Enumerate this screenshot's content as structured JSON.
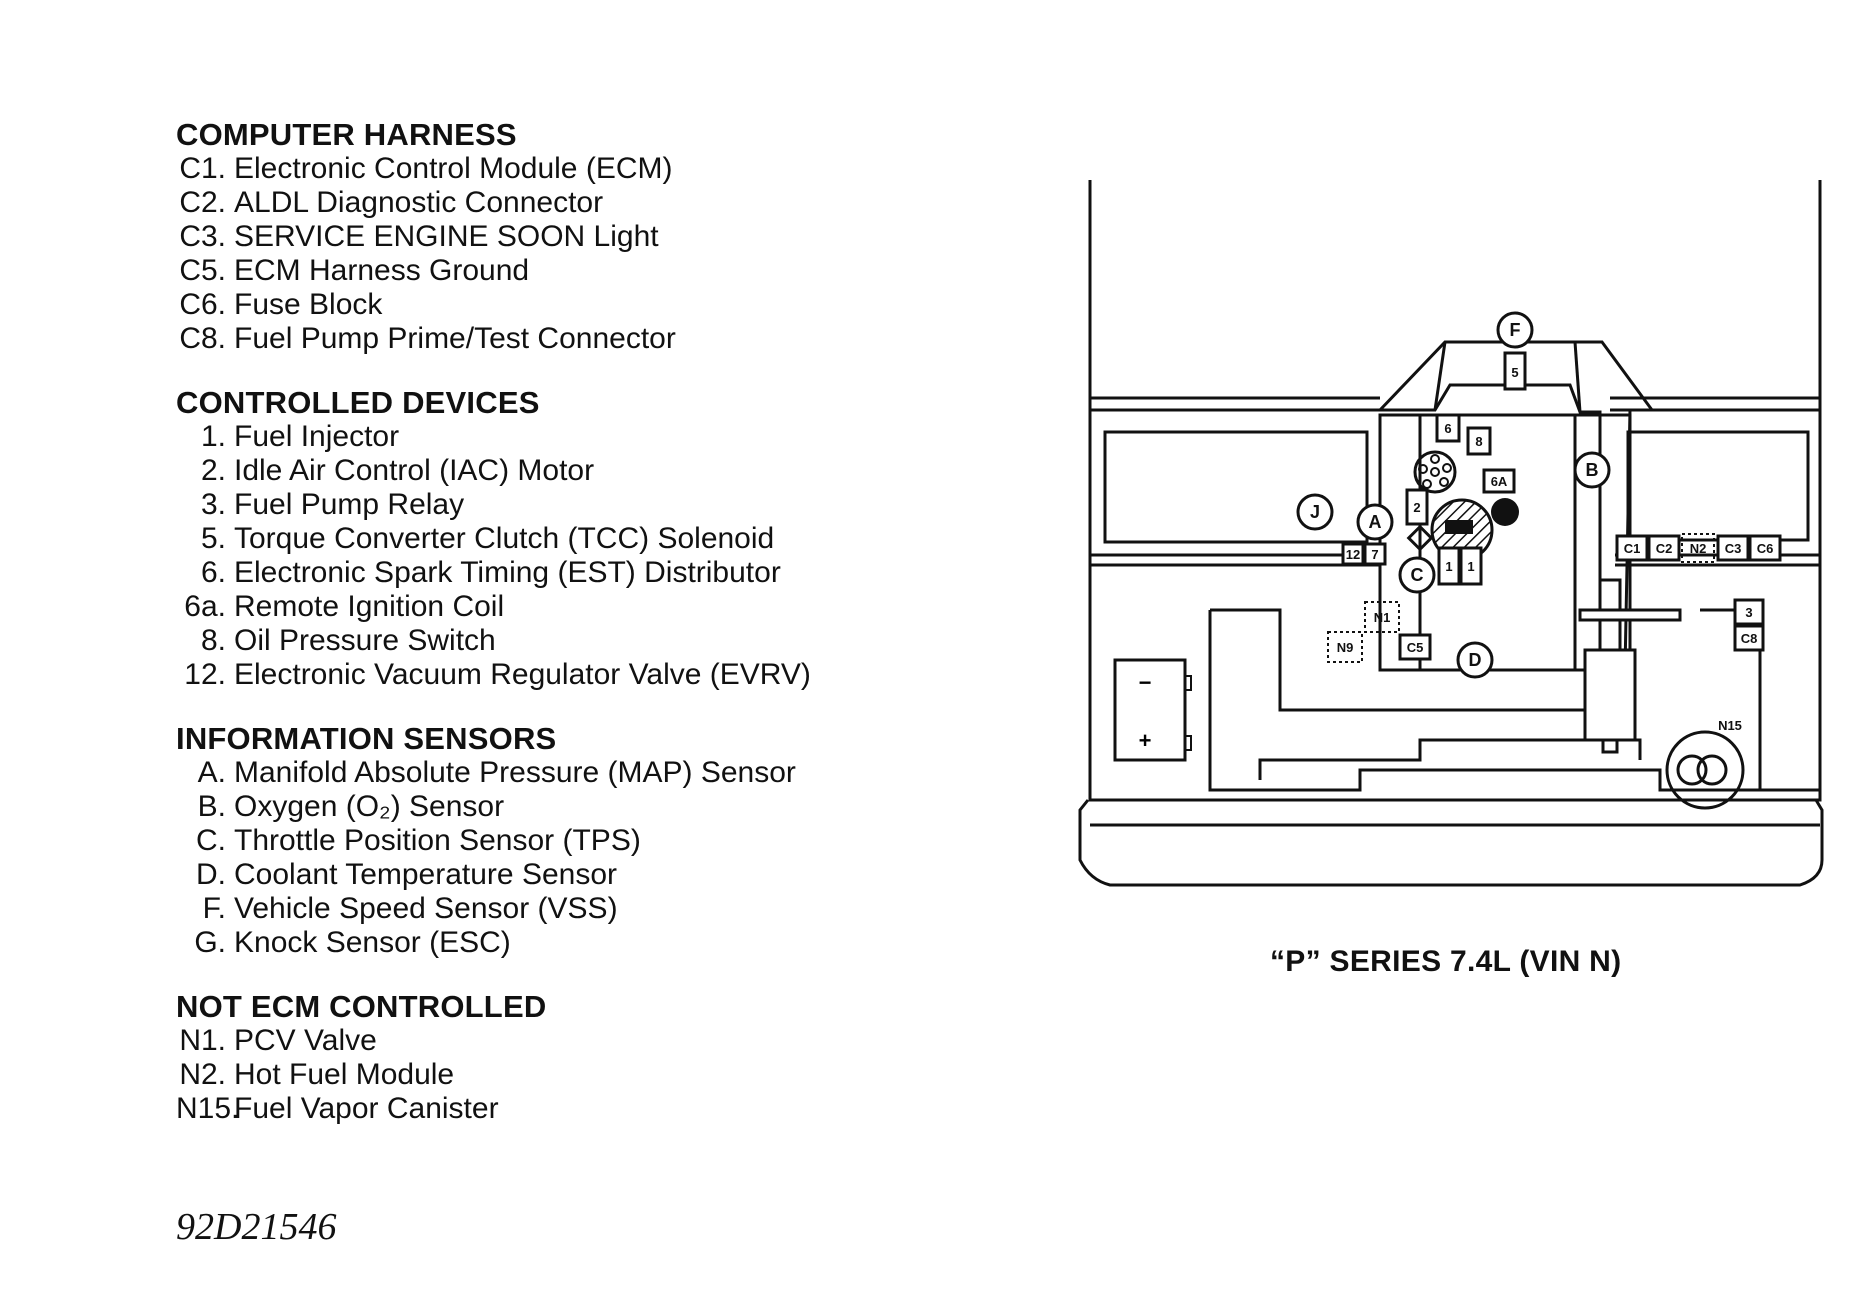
{
  "sections": [
    {
      "title": "COMPUTER HARNESS",
      "items": [
        {
          "code": "C1.",
          "label": "Electronic Control Module (ECM)"
        },
        {
          "code": "C2.",
          "label": "ALDL Diagnostic Connector"
        },
        {
          "code": "C3.",
          "label": "SERVICE ENGINE SOON Light"
        },
        {
          "code": "C5.",
          "label": "ECM Harness Ground"
        },
        {
          "code": "C6.",
          "label": "Fuse Block"
        },
        {
          "code": "C8.",
          "label": "Fuel Pump Prime/Test Connector"
        }
      ]
    },
    {
      "title": "CONTROLLED DEVICES",
      "items": [
        {
          "code": "1.",
          "label": "Fuel Injector"
        },
        {
          "code": "2.",
          "label": "Idle Air Control (IAC) Motor"
        },
        {
          "code": "3.",
          "label": "Fuel Pump Relay"
        },
        {
          "code": "5.",
          "label": "Torque Converter Clutch (TCC) Solenoid"
        },
        {
          "code": "6.",
          "label": "Electronic Spark Timing (EST) Distributor"
        },
        {
          "code": "6a.",
          "label": "Remote Ignition Coil"
        },
        {
          "code": "8.",
          "label": "Oil Pressure Switch"
        },
        {
          "code": "12.",
          "label": "Electronic Vacuum Regulator Valve (EVRV)"
        }
      ]
    },
    {
      "title": "INFORMATION SENSORS",
      "items": [
        {
          "code": "A.",
          "label": "Manifold Absolute Pressure (MAP) Sensor"
        },
        {
          "code": "B.",
          "label": "Oxygen (O₂) Sensor"
        },
        {
          "code": "C.",
          "label": "Throttle Position Sensor (TPS)"
        },
        {
          "code": "D.",
          "label": "Coolant Temperature Sensor"
        },
        {
          "code": "F.",
          "label": "Vehicle Speed Sensor (VSS)"
        },
        {
          "code": "G.",
          "label": "Knock Sensor (ESC)"
        }
      ]
    },
    {
      "title": "NOT ECM CONTROLLED",
      "items": [
        {
          "code": "N1.",
          "label": "PCV Valve"
        },
        {
          "code": "N2.",
          "label": "Hot Fuel Module"
        },
        {
          "code": "N15.",
          "label": "Fuel Vapor Canister"
        }
      ]
    }
  ],
  "reference": "92D21546",
  "caption": "“P” SERIES 7.4L (VIN N)",
  "diagram_labels": {
    "F": "F",
    "B": "B",
    "J": "J",
    "A": "A",
    "C": "C",
    "D": "D",
    "box_5": "5",
    "box_6": "6",
    "box_8": "8",
    "box_6A": "6A",
    "box_2": "2",
    "box_12": "12",
    "box_7": "7",
    "box_1a": "1",
    "box_1b": "1",
    "box_C1": "C1",
    "box_C2": "C2",
    "box_N2": "N2",
    "box_C3": "C3",
    "box_C6": "C6",
    "box_3": "3",
    "box_C8": "C8",
    "box_N1": "N1",
    "box_N9": "N9",
    "box_C5": "C5",
    "N15": "N15",
    "batt_minus": "−",
    "batt_plus": "+"
  }
}
